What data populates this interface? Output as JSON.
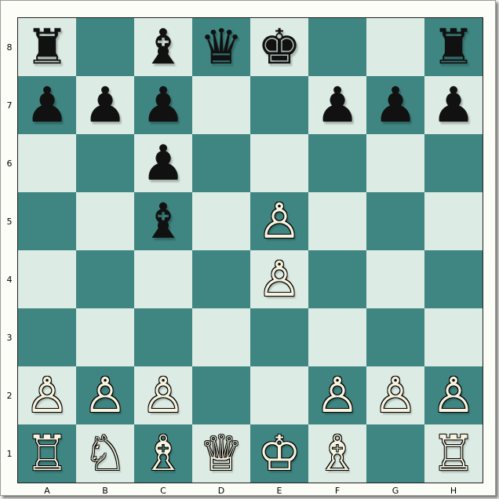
{
  "files": [
    "A",
    "B",
    "C",
    "D",
    "E",
    "F",
    "G",
    "H"
  ],
  "ranks": [
    "8",
    "7",
    "6",
    "5",
    "4",
    "3",
    "2",
    "1"
  ],
  "colors": {
    "light": "#dcece4",
    "dark": "#3f8682"
  },
  "board": [
    [
      "bR",
      "",
      "bB",
      "bQ",
      "bK",
      "",
      "",
      "bR"
    ],
    [
      "bP",
      "bP",
      "bP",
      "",
      "",
      "bP",
      "bP",
      "bP"
    ],
    [
      "",
      "",
      "bP",
      "",
      "",
      "",
      "",
      ""
    ],
    [
      "",
      "",
      "bB",
      "",
      "wP",
      "",
      "",
      ""
    ],
    [
      "",
      "",
      "",
      "",
      "wP",
      "",
      "",
      ""
    ],
    [
      "",
      "",
      "",
      "",
      "",
      "",
      "",
      ""
    ],
    [
      "wP",
      "wP",
      "wP",
      "",
      "",
      "wP",
      "wP",
      "wP"
    ],
    [
      "wR",
      "wN",
      "wB",
      "wQ",
      "wK",
      "wB",
      "",
      "wR"
    ]
  ],
  "piece_icons": {
    "K": "king-icon",
    "Q": "queen-icon",
    "R": "rook-icon",
    "B": "bishop-icon",
    "N": "knight-icon",
    "P": "pawn-icon"
  }
}
